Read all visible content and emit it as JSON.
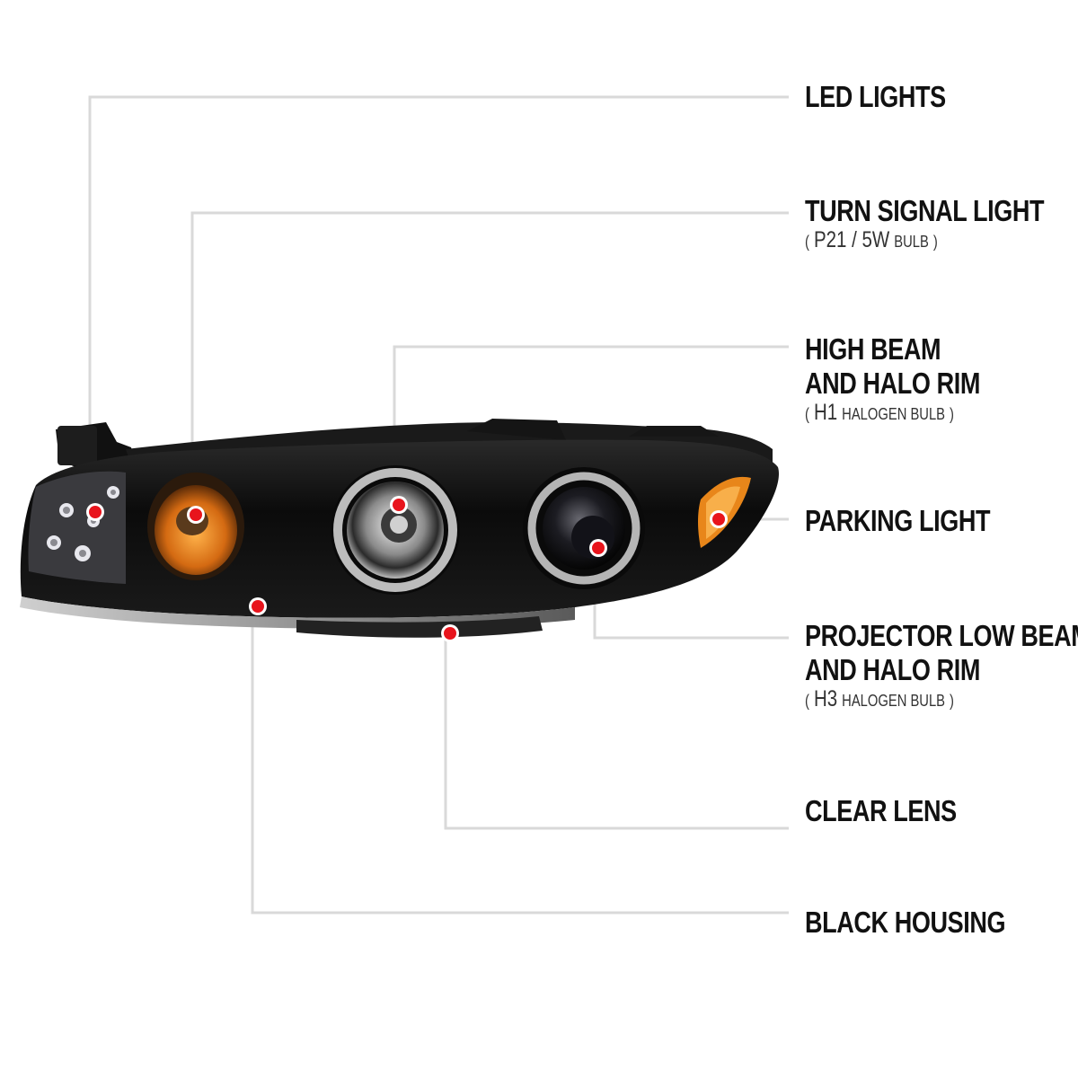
{
  "colors": {
    "leader_line": "#d9d9d9",
    "marker": "#e8141c",
    "housing": "#0d0d0d",
    "amber": "#e8861a",
    "text": "#111111"
  },
  "callouts": [
    {
      "id": "led",
      "title": [
        "LED LIGHTS"
      ]
    },
    {
      "id": "turn",
      "title": [
        "TURN SIGNAL LIGHT"
      ],
      "sub": {
        "open": "(",
        "code": "P21 / 5W",
        "type": "BULB",
        "close": ")"
      }
    },
    {
      "id": "high",
      "title": [
        "HIGH BEAM",
        "AND HALO RIM"
      ],
      "sub": {
        "open": "(",
        "code": "H1",
        "type": "HALOGEN BULB",
        "close": ")"
      }
    },
    {
      "id": "parking",
      "title": [
        "PARKING LIGHT"
      ]
    },
    {
      "id": "low",
      "title": [
        "PROJECTOR LOW BEAM",
        "AND HALO RIM"
      ],
      "sub": {
        "open": "(",
        "code": "H3",
        "type": "HALOGEN BULB",
        "close": ")"
      }
    },
    {
      "id": "clear",
      "title": [
        "CLEAR LENS"
      ]
    },
    {
      "id": "black",
      "title": [
        "BLACK HOUSING"
      ]
    }
  ]
}
